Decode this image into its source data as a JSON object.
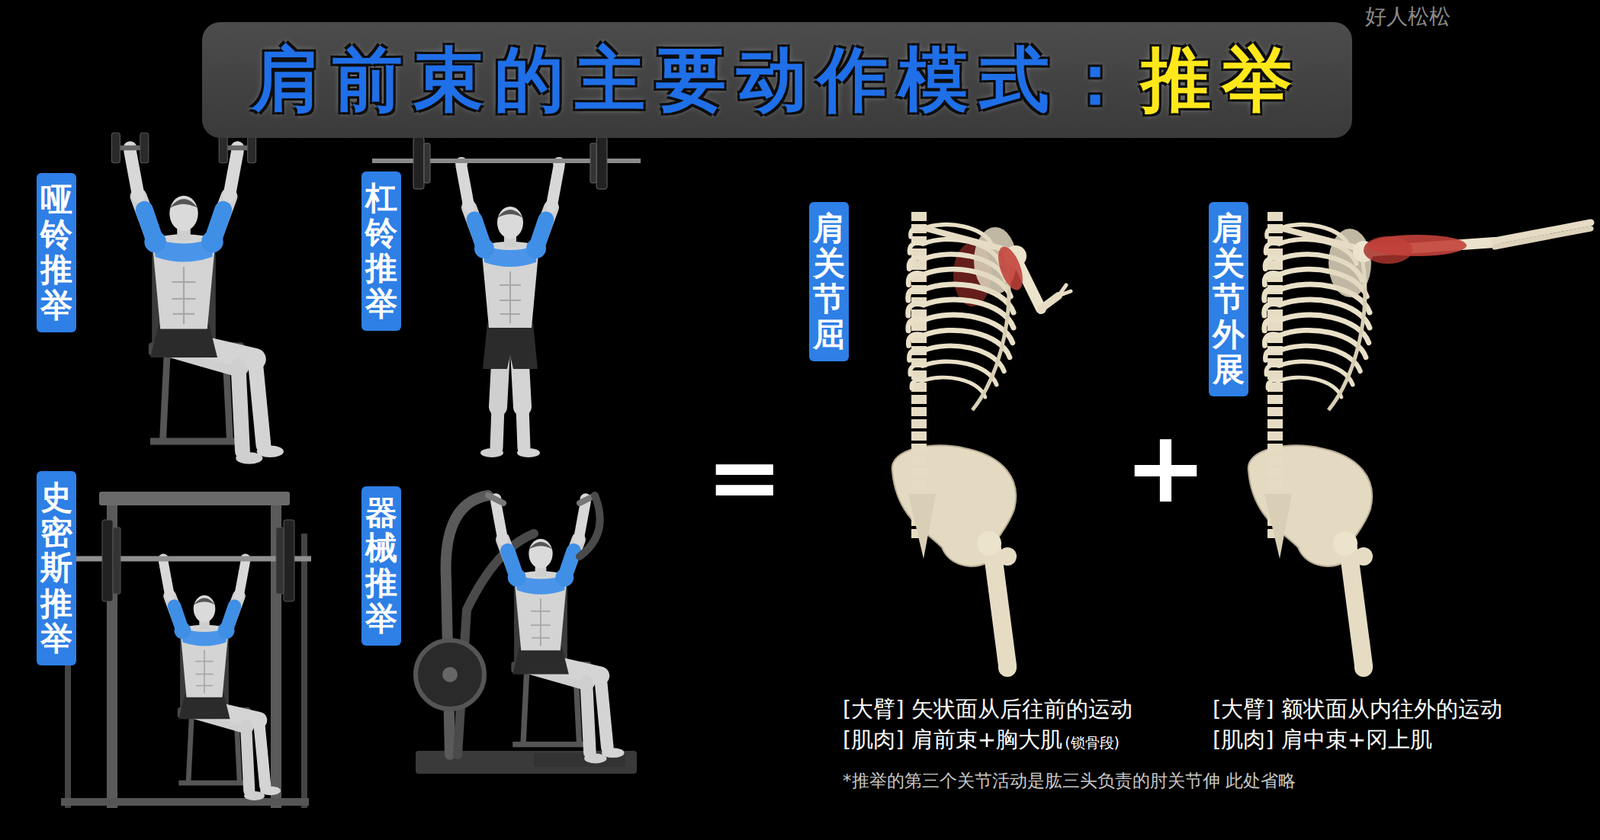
{
  "diagram": {
    "title": "肩前束的主要动作模式：",
    "nodes": [
      {
        "text": [
          "哑铃推举"
        ]
      },
      {
        "text": [
          "杠铃推举"
        ]
      },
      {
        "text": [
          "史密斯推举"
        ]
      },
      {
        "text": [
          "器械推举"
        ]
      },
      {
        "text": [
          "肩关节屈"
        ]
      },
      {
        "text": [
          "肩关节外展"
        ]
      }
    ],
    "labels": [
      "好人松松",
      "推举",
      "=",
      "+",
      "[大臂] 矢状面从后往前的运动",
      "[肌肉] 肩前束+胸大肌",
      "(锁骨段)",
      "[大臂] 额状面从内往外的运动",
      "[肌肉] 肩中束+冈上肌",
      "*推举的第三个关节活动是肱三头负责的肘关节伸 此处省略"
    ]
  }
}
